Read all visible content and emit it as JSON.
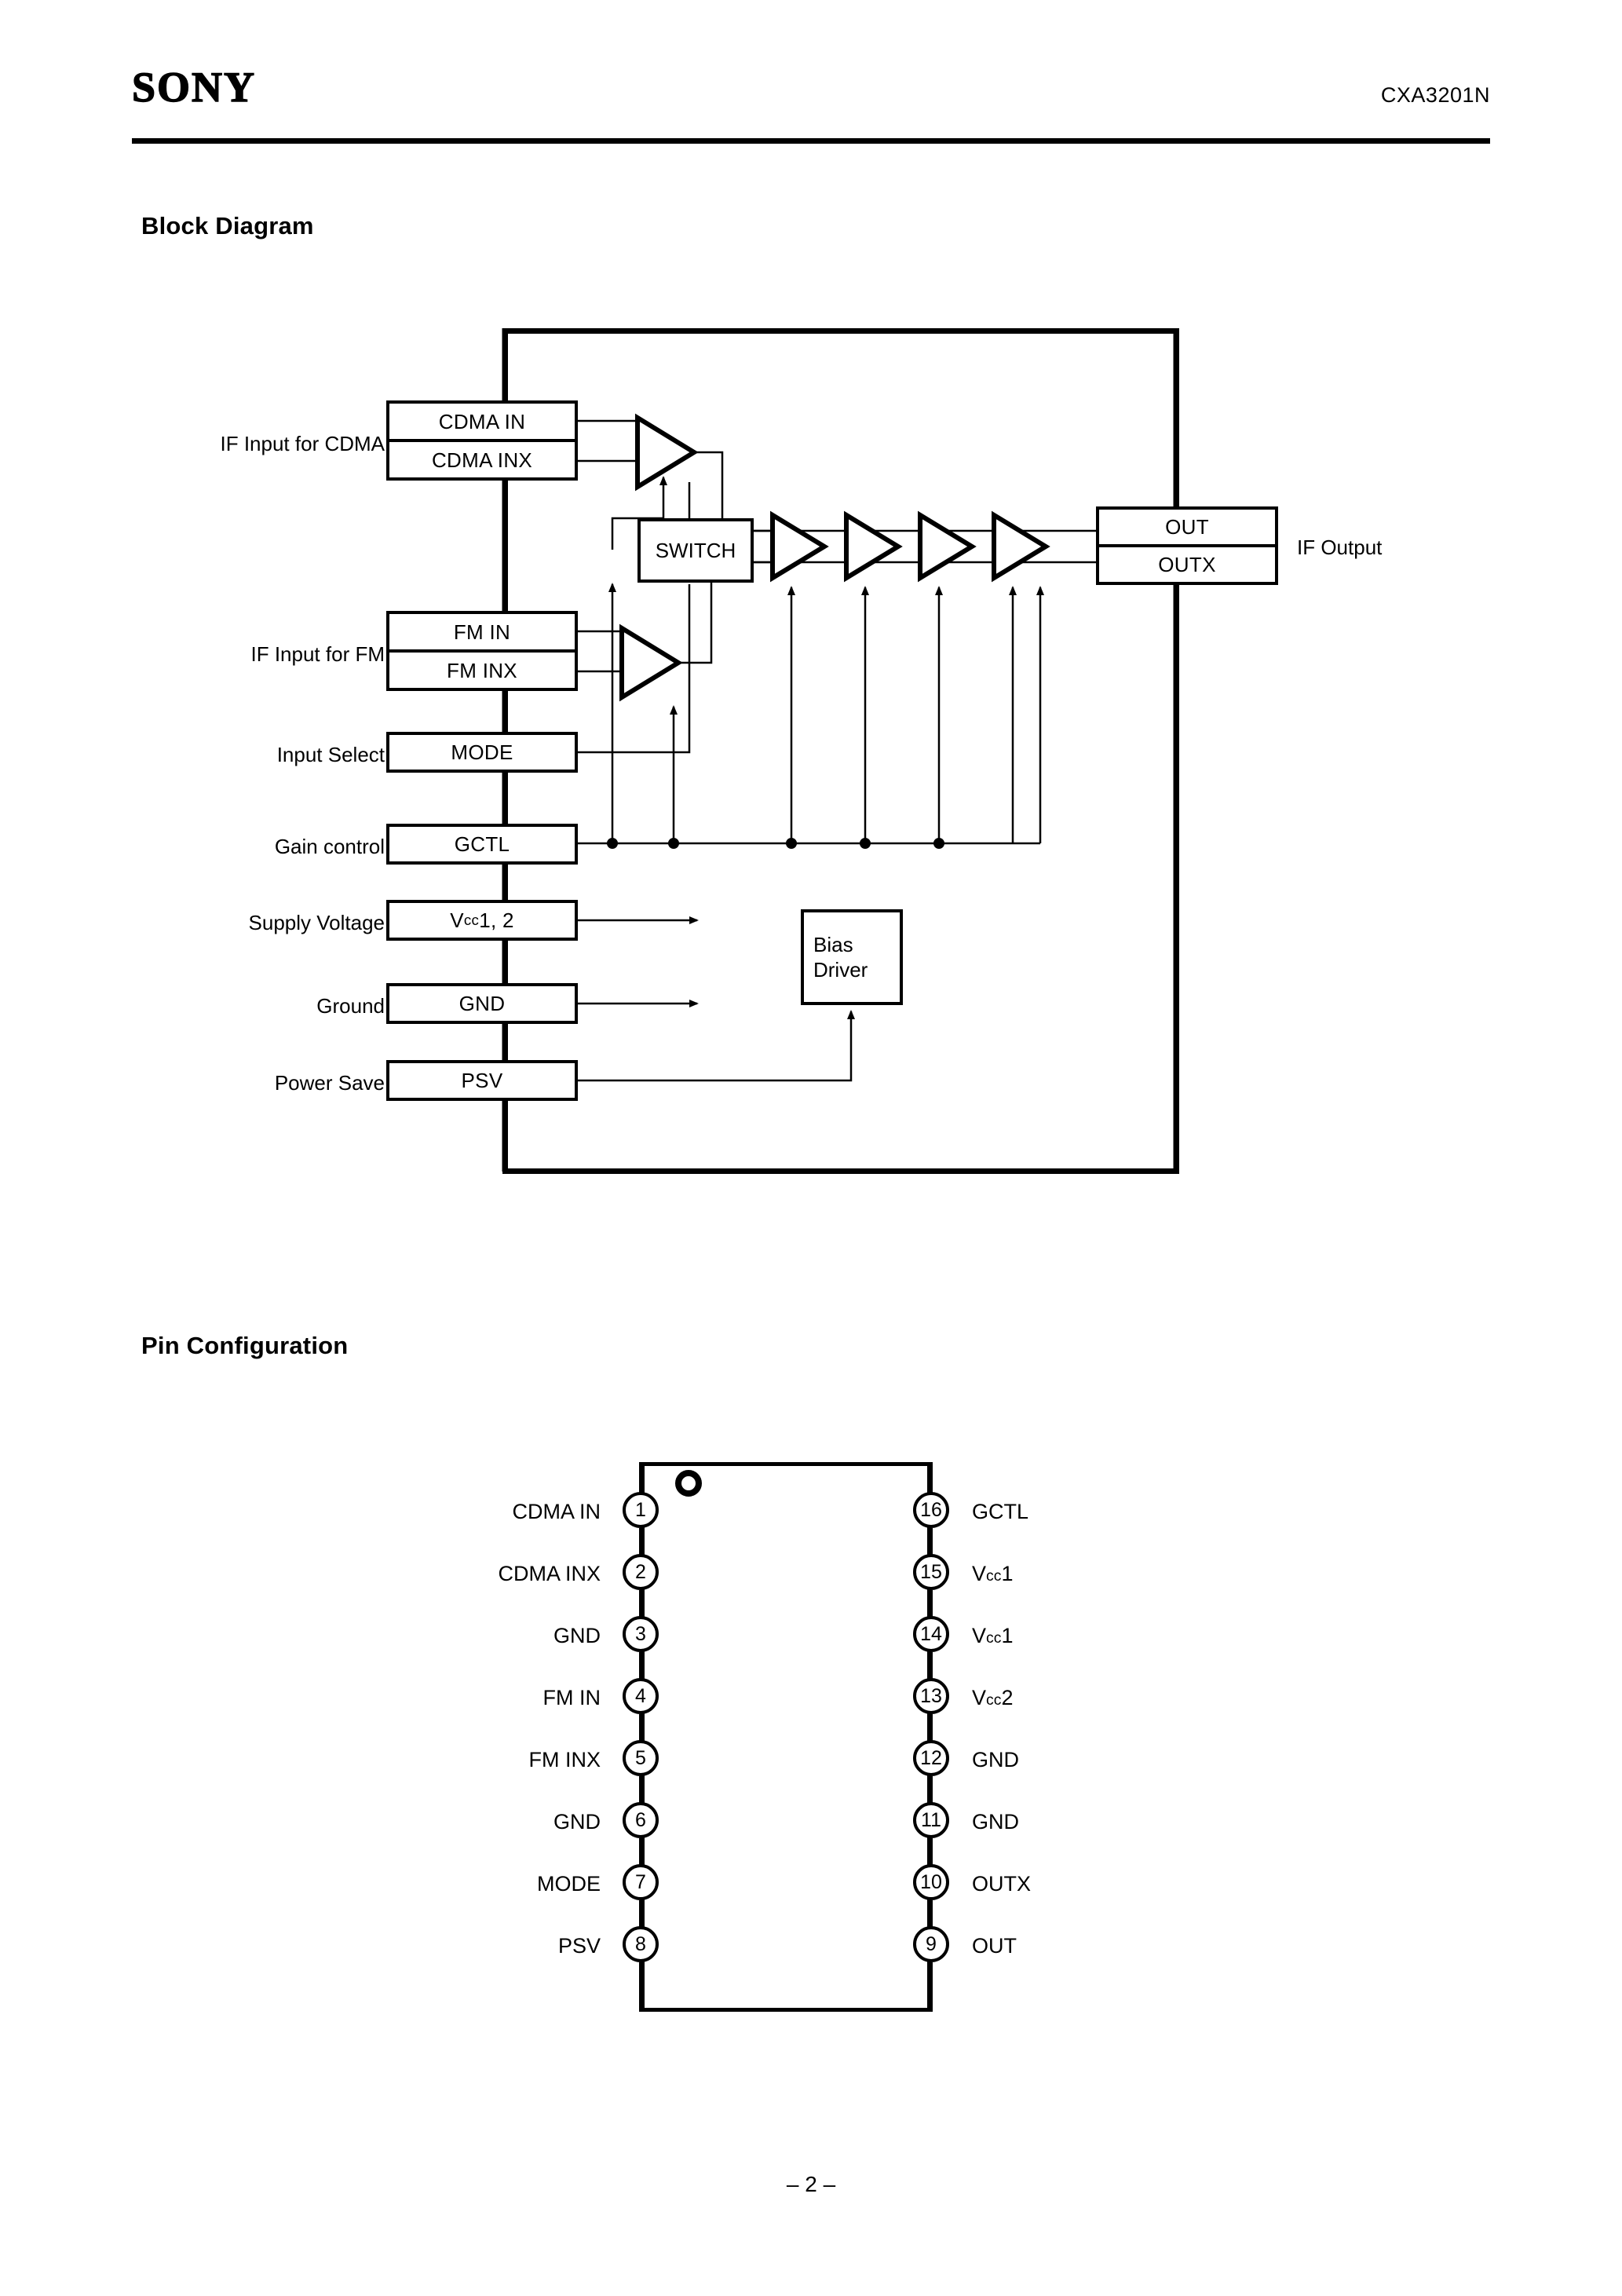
{
  "header": {
    "logo": "SONY",
    "part_number": "CXA3201N",
    "rule_color": "#000000"
  },
  "footer": {
    "page_label": "– 2 –"
  },
  "sections": {
    "block_diagram_title": "Block Diagram",
    "pin_configuration_title": "Pin Configuration"
  },
  "block_diagram": {
    "left_labels": [
      {
        "text": "IF Input for CDMA"
      },
      {
        "text": "IF Input for FM"
      },
      {
        "text": "Input Select"
      },
      {
        "text": "Gain control"
      },
      {
        "text": "Supply Voltage"
      },
      {
        "text": "Ground"
      },
      {
        "text": "Power Save"
      }
    ],
    "pin_boxes": {
      "cdma_in": "CDMA IN",
      "cdma_inx": "CDMA INX",
      "fm_in": "FM IN",
      "fm_inx": "FM INX",
      "mode": "MODE",
      "gctl": "GCTL",
      "vcc": "Vcc1, 2",
      "vcc_main": "V",
      "vcc_sub": "cc",
      "vcc_tail": "1, 2",
      "gnd": "GND",
      "psv": "PSV",
      "out": "OUT",
      "outx": "OUTX"
    },
    "blocks": {
      "switch": "SWITCH",
      "bias_driver_line1": "Bias",
      "bias_driver_line2": "Driver"
    },
    "right_labels": [
      {
        "text": "IF Output"
      }
    ],
    "amplifier_count": 4
  },
  "pin_configuration": {
    "package_pin_count": 16,
    "left_pins": [
      {
        "number": "1",
        "name": "CDMA IN"
      },
      {
        "number": "2",
        "name": "CDMA INX"
      },
      {
        "number": "3",
        "name": "GND"
      },
      {
        "number": "4",
        "name": "FM IN"
      },
      {
        "number": "5",
        "name": "FM INX"
      },
      {
        "number": "6",
        "name": "GND"
      },
      {
        "number": "7",
        "name": "MODE"
      },
      {
        "number": "8",
        "name": "PSV"
      }
    ],
    "right_pins": [
      {
        "number": "16",
        "name": "GCTL",
        "main": "GCTL",
        "sub": "",
        "tail": ""
      },
      {
        "number": "15",
        "name": "Vcc1",
        "main": "V",
        "sub": "cc",
        "tail": "1"
      },
      {
        "number": "14",
        "name": "Vcc1",
        "main": "V",
        "sub": "cc",
        "tail": "1"
      },
      {
        "number": "13",
        "name": "Vcc2",
        "main": "V",
        "sub": "cc",
        "tail": "2"
      },
      {
        "number": "12",
        "name": "GND",
        "main": "GND",
        "sub": "",
        "tail": ""
      },
      {
        "number": "11",
        "name": "GND",
        "main": "GND",
        "sub": "",
        "tail": ""
      },
      {
        "number": "10",
        "name": "OUTX",
        "main": "OUTX",
        "sub": "",
        "tail": ""
      },
      {
        "number": "9",
        "name": "OUT",
        "main": "OUT",
        "sub": "",
        "tail": ""
      }
    ]
  }
}
